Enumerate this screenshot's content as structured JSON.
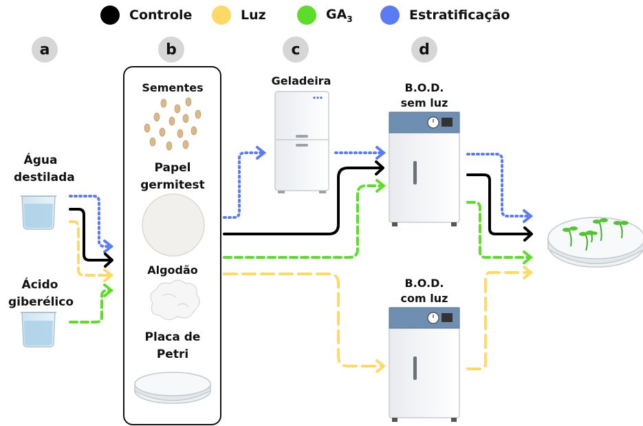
{
  "legend": [
    {
      "label": "Controle",
      "color": "#000000"
    },
    {
      "label": "Luz",
      "color": "#ffd966"
    },
    {
      "label": "GA",
      "sub": "3",
      "color": "#5ddc2a"
    },
    {
      "label": "Estratificação",
      "color": "#5b7bf5"
    }
  ],
  "steps": {
    "a": "a",
    "b": "b",
    "c": "c",
    "d": "d"
  },
  "inputs": {
    "water_line1": "Água",
    "water_line2": "destilada",
    "acid_line1": "Ácido",
    "acid_line2": "giberélico"
  },
  "materials": {
    "seeds": "Sementes",
    "paper_line1": "Papel",
    "paper_line2": "germitest",
    "cotton": "Algodão",
    "petri_line1": "Placa de",
    "petri_line2": "Petri"
  },
  "fridge": "Geladeira",
  "bod_dark": {
    "line1": "B.O.D.",
    "line2": "sem luz"
  },
  "bod_light": {
    "line1": "B.O.D.",
    "line2": "com luz"
  }
}
